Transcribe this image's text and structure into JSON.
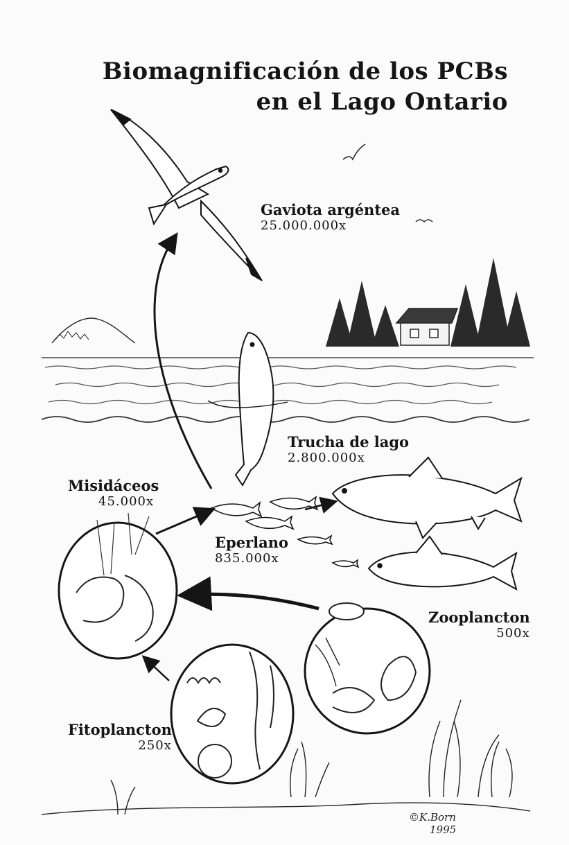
{
  "title": {
    "line1": "Biomagnificación de los PCBs",
    "line2": "en el Lago Ontario"
  },
  "organisms": {
    "gull": {
      "name": "Gaviota argéntea",
      "factor": "25.000.000x"
    },
    "trout": {
      "name": "Trucha de lago",
      "factor": "2.800.000x"
    },
    "mysids": {
      "name": "Misidáceos",
      "factor": "45.000x"
    },
    "smelt": {
      "name": "Eperlano",
      "factor": "835.000x"
    },
    "zooplankton": {
      "name": "Zooplancton",
      "factor": "500x"
    },
    "phytoplankton": {
      "name": "Fitoplancton",
      "factor": "250x"
    }
  },
  "signature": {
    "name": "©K.Born",
    "year": "1995"
  },
  "colors": {
    "ink": "#151515",
    "paper": "#fbfbfb",
    "water_line": "#555555"
  }
}
